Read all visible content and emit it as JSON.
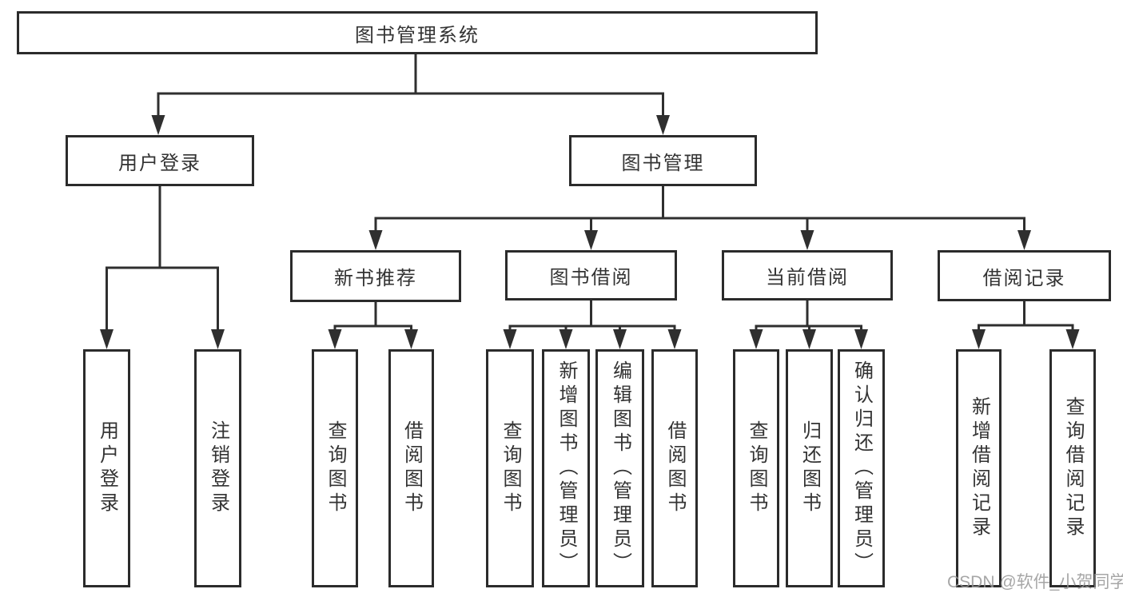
{
  "tree": {
    "label": "图书管理系统",
    "children": [
      {
        "label": "用户登录",
        "children": [
          {
            "label": "用户登录"
          },
          {
            "label": "注销登录"
          }
        ]
      },
      {
        "label": "图书管理",
        "children": [
          {
            "label": "新书推荐",
            "children": [
              {
                "label": "查询图书"
              },
              {
                "label": "借阅图书"
              }
            ]
          },
          {
            "label": "图书借阅",
            "children": [
              {
                "label": "查询图书"
              },
              {
                "label": "新增图书（管理员）"
              },
              {
                "label": "编辑图书（管理员）"
              },
              {
                "label": "借阅图书"
              }
            ]
          },
          {
            "label": "当前借阅",
            "children": [
              {
                "label": "查询图书"
              },
              {
                "label": "归还图书"
              },
              {
                "label": "确认归还（管理员）"
              }
            ]
          },
          {
            "label": "借阅记录",
            "children": [
              {
                "label": "新增借阅记录"
              },
              {
                "label": "查询借阅记录"
              }
            ]
          }
        ]
      }
    ]
  },
  "watermark": {
    "text": "CSDN @软件_小贺同学"
  },
  "colors": {
    "line": "#2f2f2f",
    "box_border": "#2b2b2b",
    "text": "#333333",
    "background": "#ffffff",
    "watermark": "#969696"
  }
}
